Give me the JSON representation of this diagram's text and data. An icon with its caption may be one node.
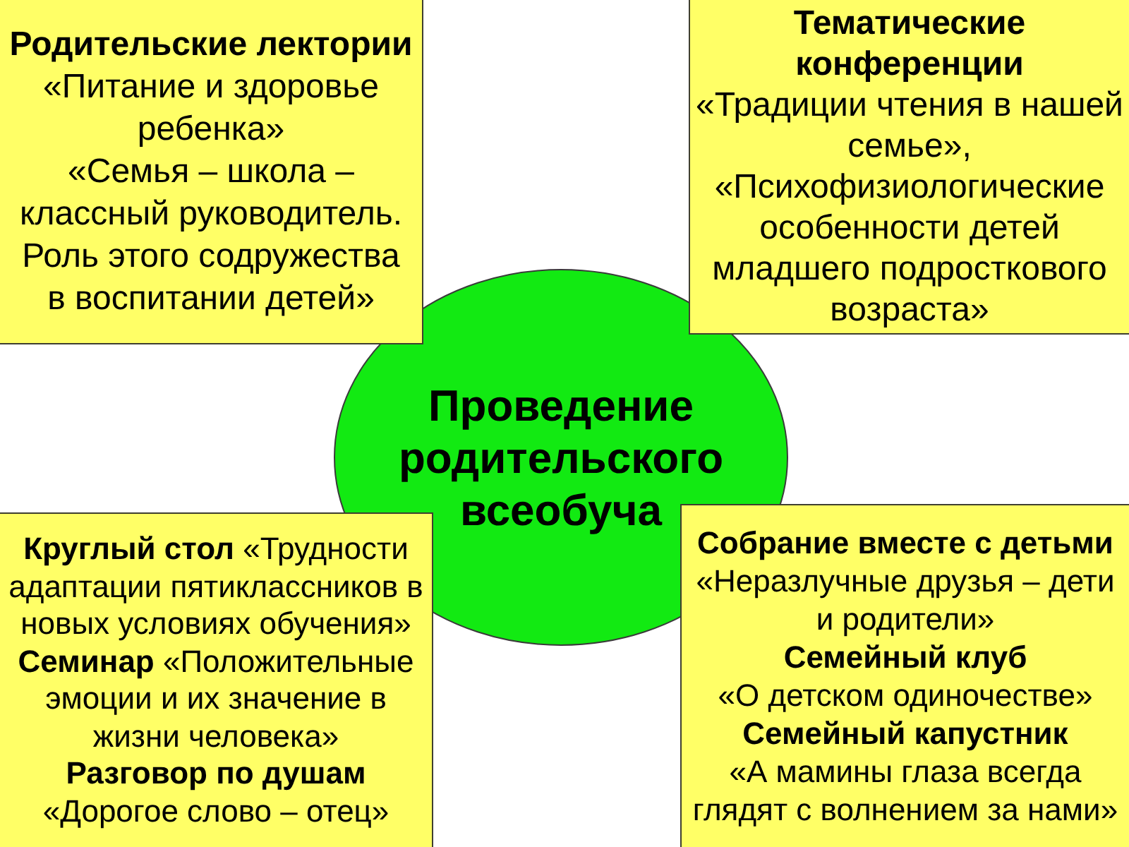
{
  "diagram": {
    "nodes": [
      {
        "text": [
          "Родительские лектории",
          "«Питание и здоровье ребенка»",
          "«Семья – школа – классный руководитель. Роль этого содружества в воспитании детей»"
        ]
      },
      {
        "text": [
          "Тематические конференции",
          "«Традиции чтения в нашей семье»,",
          "«Психофизиологические особенности детей младшего подросткового возраста»"
        ]
      },
      {
        "text": [
          "Проведение родительского всеобуча"
        ]
      },
      {
        "text": [
          "**Круглый стол** «Трудности адаптации пятиклассников в новых условиях обучения»",
          "**Семинар** «Положительные эмоции и их значение в жизни человека»",
          "Разговор по душам",
          "«Дорогое слово – отец»"
        ]
      },
      {
        "text": [
          "Собрание вместе с детьми",
          "«Неразлучные друзья – дети и родители»",
          "Семейный клуб",
          "«О детском одиночестве»",
          "Семейный капустник",
          "«А мамины глаза всегда глядят с волнением за нами»"
        ]
      }
    ]
  }
}
